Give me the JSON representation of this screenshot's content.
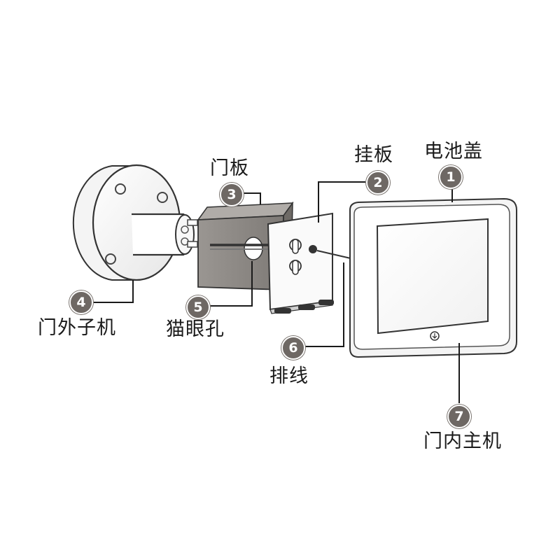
{
  "parts": [
    {
      "number": "1",
      "label": "电池盖"
    },
    {
      "number": "2",
      "label": "挂板"
    },
    {
      "number": "3",
      "label": "门板"
    },
    {
      "number": "4",
      "label": "门外子机"
    },
    {
      "number": "5",
      "label": "猫眼孔"
    },
    {
      "number": "6",
      "label": "排线"
    },
    {
      "number": "7",
      "label": "门内主机"
    }
  ],
  "colors": {
    "badge": "#6e6864",
    "line": "#1a1a1a",
    "door_plate": "#8a8682"
  }
}
